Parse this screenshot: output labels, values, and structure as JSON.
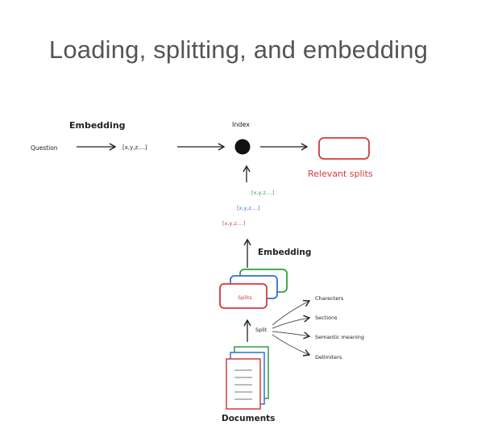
{
  "title": "Loading, splitting, and embedding",
  "query_path": {
    "embedding_label": "Embedding",
    "question_label": "Question",
    "vector_label": "[x,y,z....]",
    "index_label": "Index",
    "relevant_splits_label": "Relevant splits"
  },
  "vectors": [
    {
      "label": "[x,y,z....]",
      "color": "#2e9e3e"
    },
    {
      "label": "[x,y,z....]",
      "color": "#2f6fd6"
    },
    {
      "label": "[x,y,z....]",
      "color": "#d23b3b"
    }
  ],
  "embedding_label": "Embedding",
  "splits_label": "Splits",
  "split_label": "Split",
  "split_methods": [
    "Charecters",
    "Sections",
    "Semantic meaning",
    "Delimiters"
  ],
  "documents_label": "Documents",
  "colors": {
    "red": "#d23b3b",
    "blue": "#2f6fd6",
    "green": "#2e9e3e",
    "ink": "#222222"
  }
}
